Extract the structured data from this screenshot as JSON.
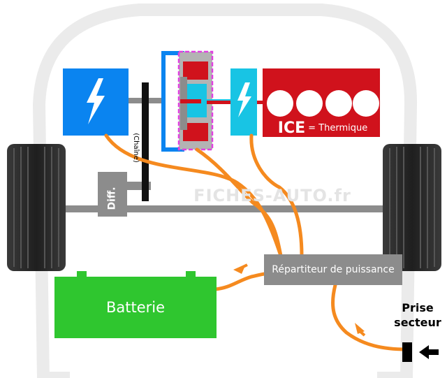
{
  "labels": {
    "battery": "Batterie",
    "distributor": "Répartiteur de puissance",
    "engine_main": "ICE",
    "engine_sub": "= Thermique",
    "diff": "Diff.",
    "chain": "(Chaîne)",
    "plug_line1": "Prise",
    "plug_line2": "secteur",
    "watermark": "FICHES-AUTO.fr"
  },
  "colors": {
    "motor_blue": "#0a84f0",
    "generator_cyan": "#18c4e4",
    "engine_red": "#d0121c",
    "battery_green": "#2fc62f",
    "cable_orange": "#f58a1f",
    "box_gray": "#8c8c8c",
    "tire": "#2e2e2e",
    "planetary_magenta": "#e040e0"
  },
  "icons": {
    "motor": "lightning-bolt-icon",
    "generator": "lightning-bolt-icon",
    "plug_arrow": "arrow-left-icon",
    "flow_arrows": "arrow-icon"
  }
}
